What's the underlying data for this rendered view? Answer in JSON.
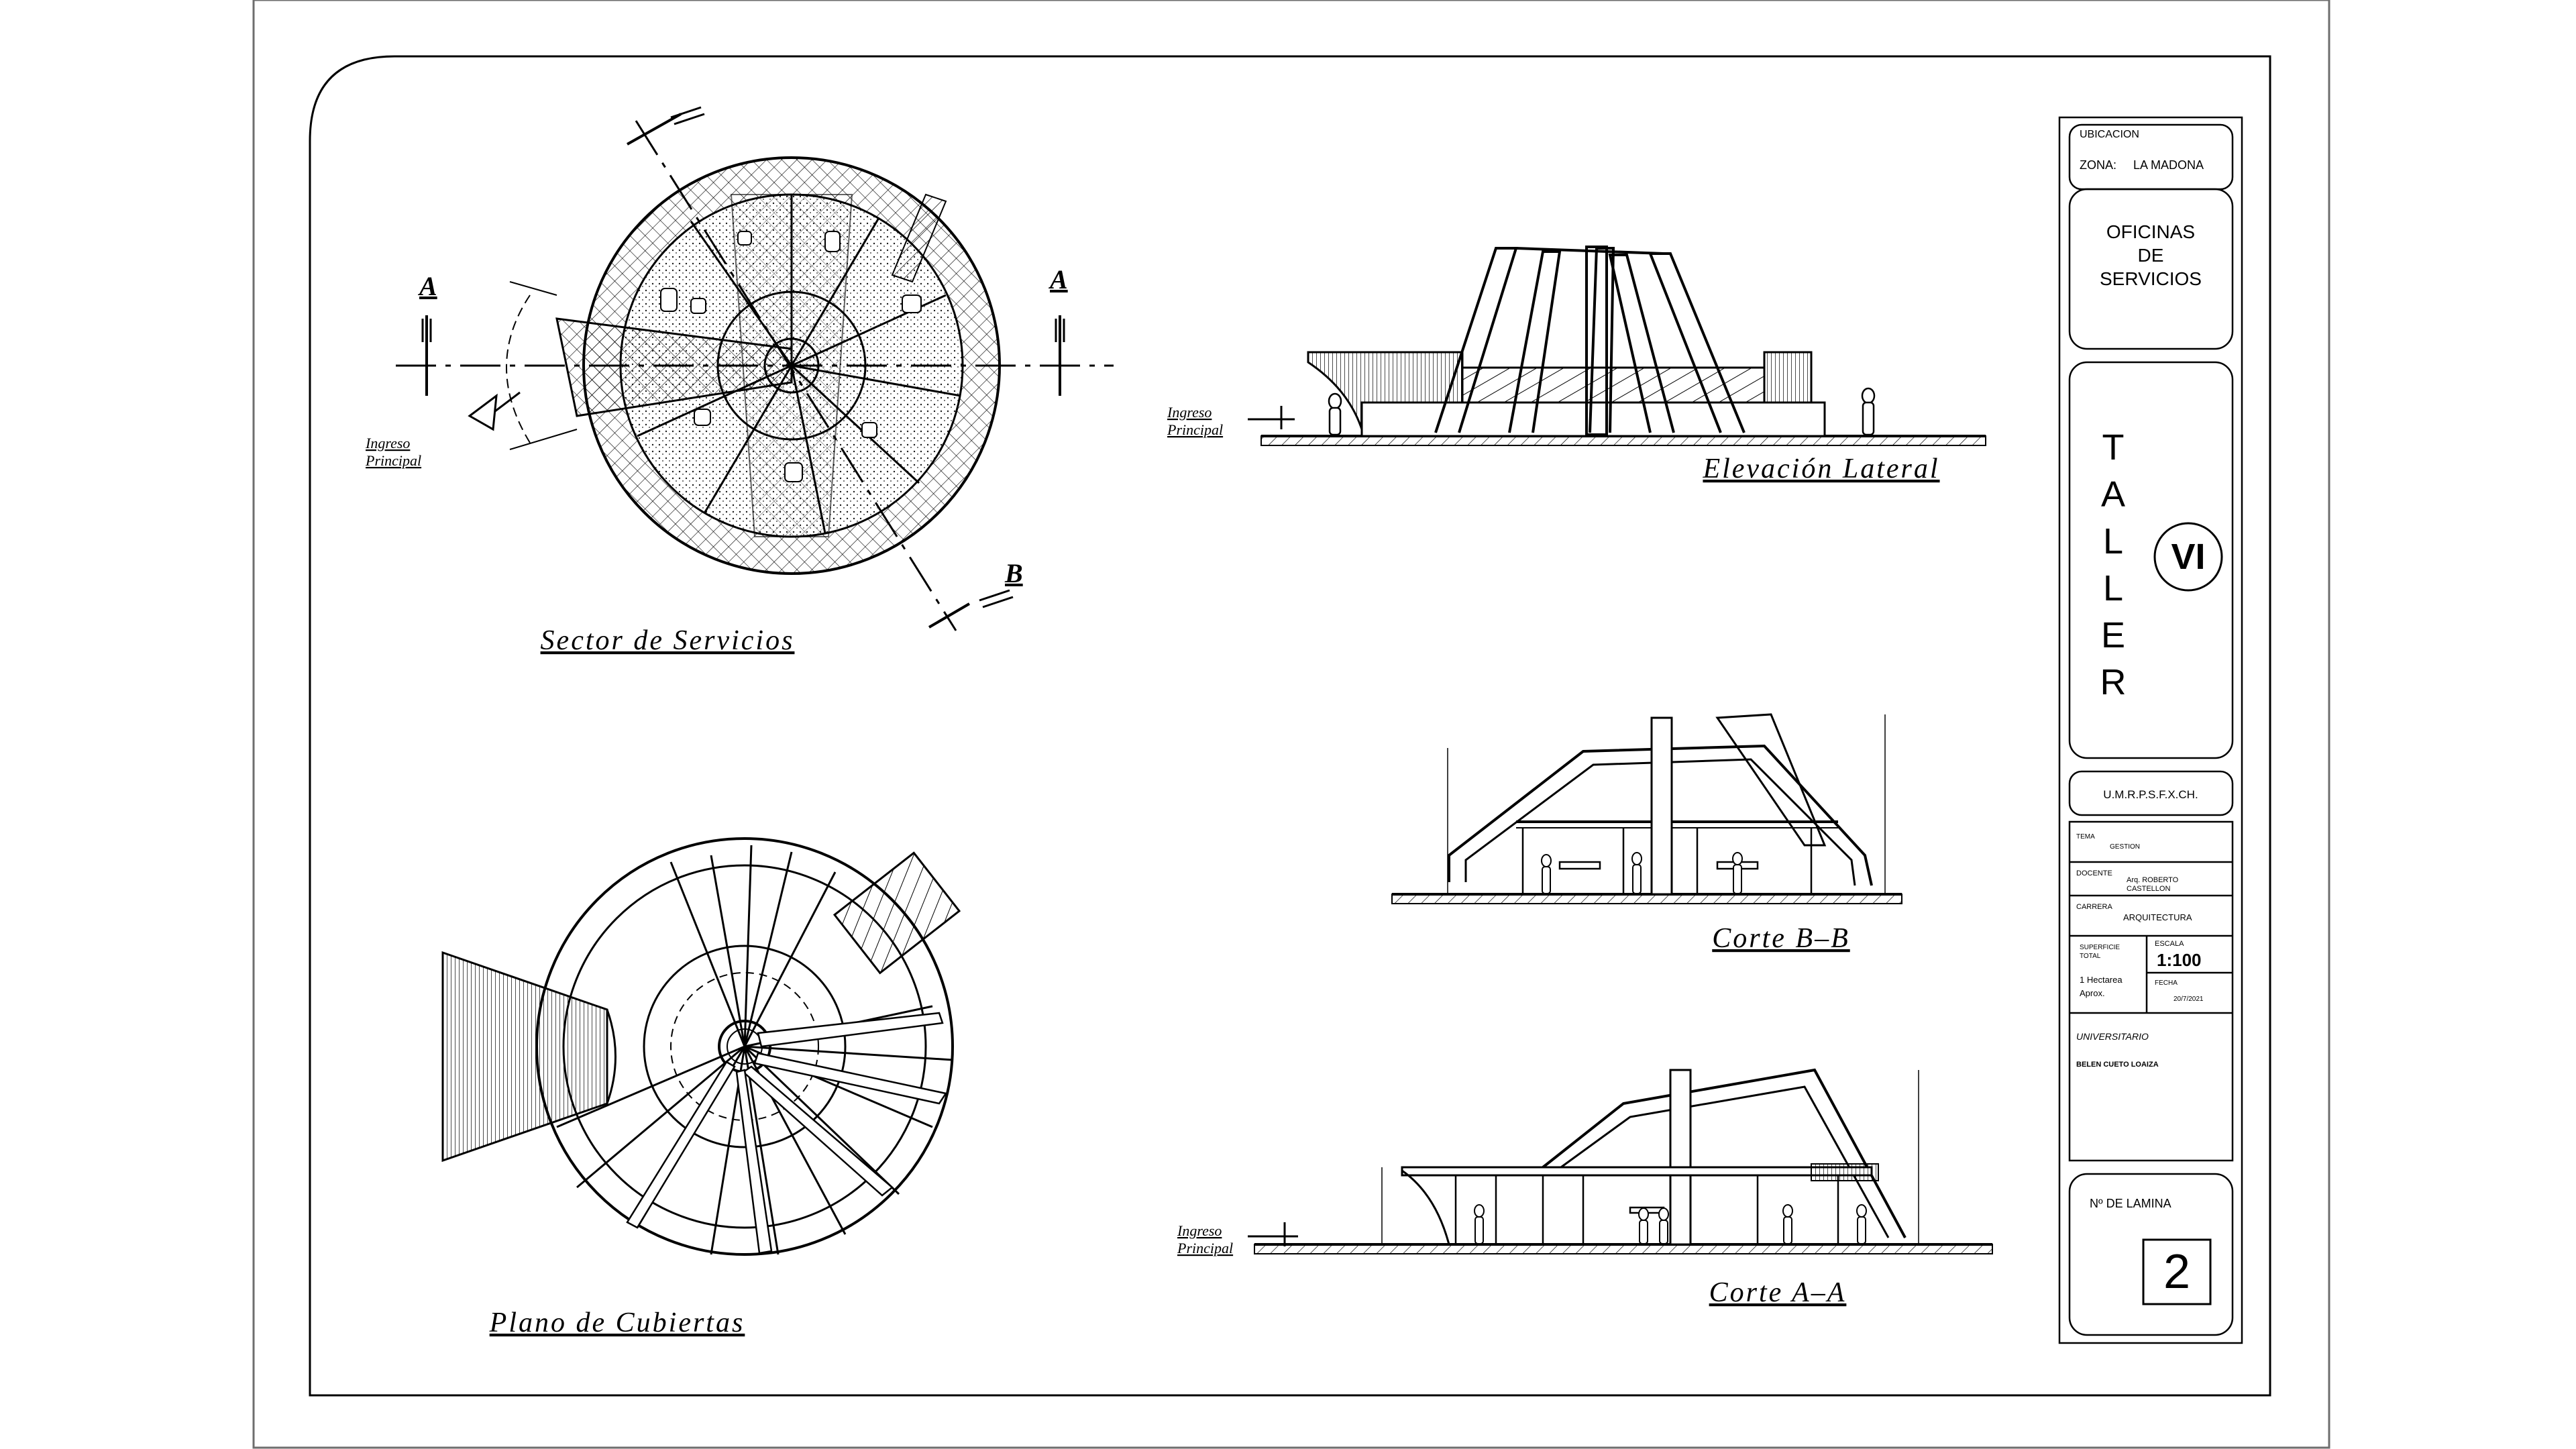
{
  "drawings": {
    "sector": {
      "title": "Sector de Servicios",
      "cut_a_left": "A",
      "cut_a_right": "A",
      "cut_b": "B",
      "entrance": [
        "Ingreso",
        "Principal"
      ]
    },
    "elevation": {
      "title": "Elevación Lateral",
      "entrance": [
        "Ingreso",
        "Principal"
      ]
    },
    "section_bb": {
      "title": "Corte B–B"
    },
    "roof_plan": {
      "title": "Plano de Cubiertas"
    },
    "section_aa": {
      "title": "Corte A–A",
      "entrance": [
        "Ingreso",
        "Principal"
      ]
    }
  },
  "title_block": {
    "location_label": "UBICACION",
    "zone_label": "ZONA:",
    "zone_value": "LA MADONA",
    "project": [
      "OFICINAS",
      "DE",
      "SERVICIOS"
    ],
    "course_letters": [
      "T",
      "A",
      "L",
      "L",
      "E",
      "R"
    ],
    "course_number": "VI",
    "university": "U.M.R.P.S.F.X.CH.",
    "term_label": "TEMA",
    "term_value": "GESTION",
    "teacher_label": "DOCENTE",
    "teacher_value": [
      "Arq. ROBERTO",
      "CASTELLON"
    ],
    "career_label": "CARRERA",
    "career_value": "ARQUITECTURA",
    "surface_label": [
      "SUPERFICIE",
      "TOTAL"
    ],
    "surface_value": [
      "1 Hectarea",
      "Aprox."
    ],
    "scale_label": "ESCALA",
    "scale_value": "1:100",
    "date_label": "FECHA",
    "date_value": "20/7/2021",
    "student_label": "UNIVERSITARIO",
    "student_value": "BELEN CUETO LOAIZA",
    "sheet_label": "Nº DE LAMINA",
    "sheet_number": "2"
  },
  "colors": {
    "ink": "#000000",
    "paper": "#ffffff",
    "frame": "#6e6e6e"
  }
}
